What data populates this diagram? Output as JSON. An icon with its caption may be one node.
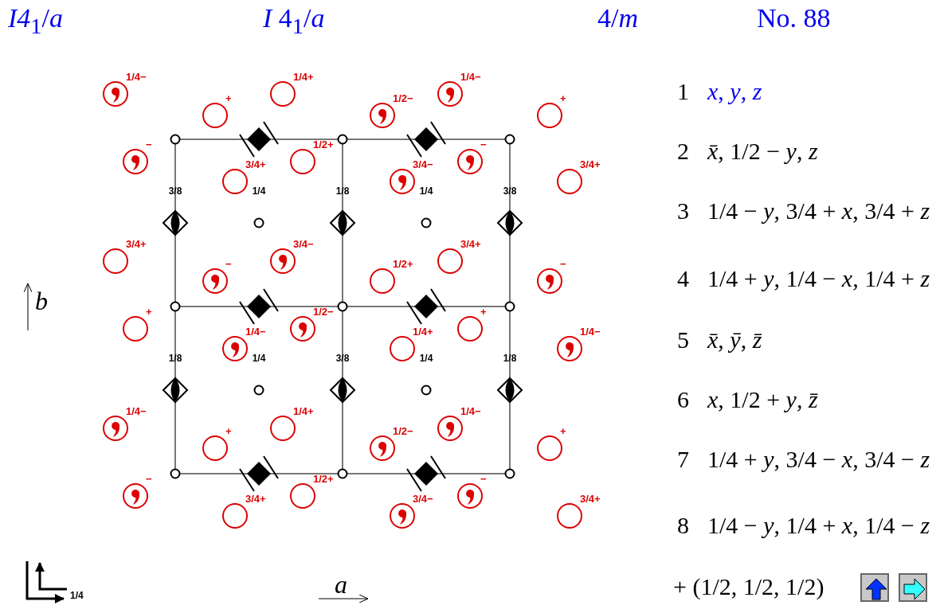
{
  "diagram": {
    "labels": [
      "*I4*$_{1}$/*a*",
      "*I* 4$_{1}$/*a*",
      "4/*m*",
      "No. 88",
      "1/4−",
      "1/4+",
      "1/4−",
      "+",
      "1/2−",
      "+",
      "−",
      "1/2+",
      "−",
      "3/4+",
      "3/4−",
      "3/4+",
      "3/8",
      "1/4",
      "1/8",
      "1/4",
      "3/8",
      "3/4+",
      "3/4−",
      "3/4+",
      "−",
      "1/2+",
      "−",
      "+",
      "1/2−",
      "+",
      "1/4−",
      "1/4+",
      "1/4−",
      "1/8",
      "1/4",
      "3/8",
      "1/4",
      "1/8",
      "1/4−",
      "1/4+",
      "1/4−",
      "+",
      "1/2−",
      "+",
      "−",
      "1/2+",
      "−",
      "3/4+",
      "3/4−",
      "3/4+",
      "1",
      "*x*, *y*, *z*",
      "2",
      "*x̄*, 1/2 − *y*, *z*",
      "3",
      "1/4 − *y*, 3/4 + *x*, 3/4 + *z*",
      "4",
      "1/4 + *y*, 1/4 − *x*, 1/4 + *z*",
      "5",
      "*x̄*, *ȳ*, *z̄*",
      "6",
      "*x*, 1/2 + *y*, *z̄*",
      "7",
      "1/4 + *y*, 3/4 − *x*, 3/4 − *z*",
      "8",
      "1/4 − *y*, 1/4 + *x*, 1/4 − *z*",
      "+ (1/2, 1/2, 1/2)",
      "*b*",
      "*a*",
      "1/4"
    ]
  }
}
